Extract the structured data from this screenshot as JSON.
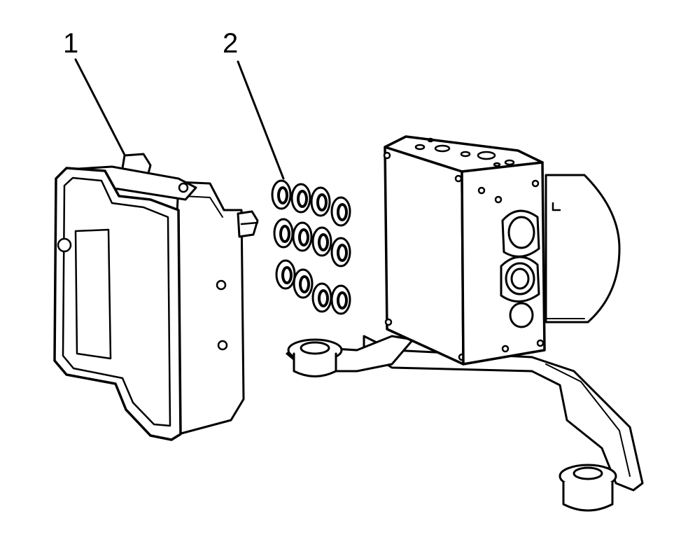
{
  "callouts": [
    {
      "label": "1",
      "part": "electronic-brake-control-module"
    },
    {
      "label": "2",
      "part": "brake-pressure-modulator-valve-seals"
    }
  ],
  "colors": {
    "ink": "#000000",
    "paper": "#ffffff"
  }
}
